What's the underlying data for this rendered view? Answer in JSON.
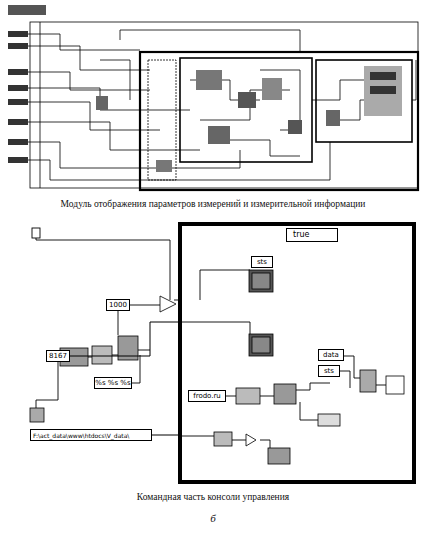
{
  "diagram": {
    "nodes": [
      {
        "text": [
          "true"
        ]
      },
      {
        "text": [
          "sts"
        ],
        "in": 0
      },
      {
        "text": [
          "data"
        ],
        "in": 0
      },
      {
        "text": [
          "sts"
        ],
        "in": 0
      },
      {
        "text": [
          "frodo.ru"
        ],
        "in": 0
      },
      {
        "text": [
          "1000"
        ]
      },
      {
        "text": [
          "8167"
        ]
      },
      {
        "text": [
          "%s %s %s"
        ]
      },
      {
        "text": [
          "F:\\act_data\\www\\htdocs\\V_data\\"
        ]
      }
    ],
    "edges": [
      {
        "from": 8,
        "to": 0,
        "arrow": "none"
      },
      {
        "from": 6,
        "to": 0,
        "arrow": "none"
      }
    ],
    "labels": [
      "Модуль отображения параметров измерений и измерительной информации",
      "Командная часть консоли управления",
      "б"
    ]
  }
}
